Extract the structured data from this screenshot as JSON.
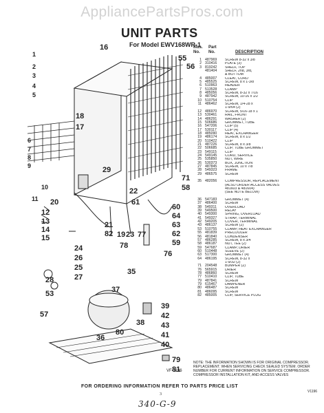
{
  "watermark": "AppliancePartsPros.com",
  "title": "UNIT PARTS",
  "model_line": "For Model EWV168WR-1",
  "header": {
    "illus_no": "Illus. No.",
    "part_no": "Part No.",
    "description": "DESCRIPTION"
  },
  "parts": [
    {
      "k": "1",
      "n": "487969",
      "d": "SCREW 8-32 x 3/8"
    },
    {
      "k": "2",
      "n": "310416",
      "d": "PLATE (3)"
    },
    {
      "k": "3",
      "n": "819242",
      "d": "SHELF, TOP"
    },
    {
      "k": "",
      "n": "481404",
      "d": "SHELF, 2nd, 3rd,"
    },
    {
      "k": "",
      "n": "",
      "d": "& BOTTOM"
    },
    {
      "k": "4",
      "n": "485007",
      "d": "CLEAT, CORD"
    },
    {
      "k": "5",
      "n": "485525",
      "d": "SCREW, 8 x 1-3/8"
    },
    {
      "k": "6",
      "n": "510963",
      "d": "HEADER"
    },
    {
      "k": "7",
      "n": "513528",
      "d": "CLAMP"
    },
    {
      "k": "8",
      "n": "485056",
      "d": "SCREW, 8-32 x 7/16"
    },
    {
      "k": "9",
      "n": "487942",
      "d": "SCREW, 10-16 x 1/2"
    },
    {
      "k": "10",
      "n": "510754",
      "d": "CLIP"
    },
    {
      "k": "11",
      "n": "486462",
      "d": "SCREW, 1/4-28 x"
    },
    {
      "k": "",
      "n": "",
      "d": "1-9/64 (2)"
    },
    {
      "k": "12",
      "n": "486970",
      "d": "SCREW, 5/16-18 x 1"
    },
    {
      "k": "13",
      "n": "530461",
      "d": "RAIL, FRONT"
    },
    {
      "k": "14",
      "n": "486291",
      "d": "WASHER (2)"
    },
    {
      "k": "15",
      "n": "506686",
      "d": "GROMMET, TUBE"
    },
    {
      "k": "16",
      "n": "547206",
      "d": "CLIP (5)"
    },
    {
      "k": "17",
      "n": "530117",
      "d": "CLIP (4)"
    },
    {
      "k": "18",
      "n": "485090",
      "d": "HEAT, EXCHANGER"
    },
    {
      "k": "19",
      "n": "486174",
      "d": "SCREW, 8 x 1/2"
    },
    {
      "k": "20",
      "n": "510422",
      "d": "CLIP"
    },
    {
      "k": "21",
      "n": "487226",
      "d": "SCREW, 8 x 3/8"
    },
    {
      "k": "22",
      "n": "506685",
      "d": "CLIP, TUBE GROMMET"
    },
    {
      "k": "23",
      "n": "549115",
      "d": "CLIP"
    },
    {
      "k": "24",
      "n": "549145",
      "d": "CORD, SERVICE"
    },
    {
      "k": "25",
      "n": "535850",
      "d": "NUT, WIRE"
    },
    {
      "k": "26",
      "n": "530373",
      "d": "BOX, JUNCTION"
    },
    {
      "k": "27",
      "n": "487845",
      "d": "SCREW, 10 x 7/8"
    },
    {
      "k": "28",
      "n": "549323",
      "d": "FRAME"
    },
    {
      "k": "29",
      "n": "486575",
      "d": "SCREW"
    },
    {
      "k": "",
      "n": "",
      "d": ""
    },
    {
      "k": "35",
      "n": "482056",
      "d": "COMPRESSOR, REPLACEMENT"
    },
    {
      "k": "",
      "n": "",
      "d": "(ALSO ORDER ACCESS VALVES"
    },
    {
      "k": "",
      "n": "",
      "d": "481603 & 481604)"
    },
    {
      "k": "",
      "n": "",
      "d": "(SEE NOTE BELOW)"
    },
    {
      "k": "",
      "n": "",
      "d": ""
    },
    {
      "k": "36",
      "n": "547183",
      "d": "GROMMET (4)"
    },
    {
      "k": "37",
      "n": "486400",
      "d": "SCREW"
    },
    {
      "k": "38",
      "n": "549311",
      "d": "OVERLOAD"
    },
    {
      "k": "39",
      "n": "549500",
      "d": "RELAY"
    },
    {
      "k": "40",
      "n": "549300",
      "d": "SPRING, OVERLOAD"
    },
    {
      "k": "41",
      "n": "549327",
      "d": "STRAP, TERMINAL"
    },
    {
      "k": "42",
      "n": "549205",
      "d": "COVER, TERMINAL"
    },
    {
      "k": "43",
      "n": "486137",
      "d": "SCREW (2)"
    },
    {
      "k": "53",
      "n": "510755",
      "d": "CLAMP, HEAT EXCHANGER"
    },
    {
      "k": "55",
      "n": "481839",
      "d": "PRECOOLER"
    },
    {
      "k": "56",
      "n": "481840",
      "d": "CONDENSER"
    },
    {
      "k": "57",
      "n": "486285",
      "d": "SCREW, 8 x 3/4"
    },
    {
      "k": "58",
      "n": "486187",
      "d": "NUT, TEE (2)"
    },
    {
      "k": "59",
      "n": "547687",
      "d": "CLAMP, DRIER"
    },
    {
      "k": "60",
      "n": "510448",
      "d": "SLEEVE (2)"
    },
    {
      "k": "63",
      "n": "517300",
      "d": "GROMMET (4)"
    },
    {
      "k": "64",
      "n": "486195",
      "d": "SCREW, 8-32 x"
    },
    {
      "k": "",
      "n": "",
      "d": "1-9/32 (2)"
    },
    {
      "k": "71",
      "n": "204548",
      "d": "BUMPER (2)"
    },
    {
      "k": "76",
      "n": "565915",
      "d": "DRIER"
    },
    {
      "k": "78",
      "n": "486860",
      "d": "SCREW"
    },
    {
      "k": "77",
      "n": "510410",
      "d": "CLIP, TUBE"
    },
    {
      "k": "79",
      "n": "487841",
      "d": "SCREW"
    },
    {
      "k": "79",
      "n": "615467",
      "d": "DAMPENER"
    },
    {
      "k": "80",
      "n": "486487",
      "d": "SCREW"
    },
    {
      "k": "81",
      "n": "486095",
      "d": "SCREW"
    },
    {
      "k": "82",
      "n": "485005",
      "d": "CLIP, SERVICE PLUG"
    }
  ],
  "note": "NOTE: THE INFORMATION SHOWN IS FOR ORIGINAL COMPRESSOR. REPLACEMENT. WHEN SERVICING CHECK SEALED SYSTEM. ORDER NUMBER FOR CURRENT INFORMATION ON SERVICE COMPRESSOR. COMPRESSOR INSTALLATION KIT, AND ACCESS VALVES",
  "figure_code": "VF-1196",
  "footer": "FOR ORDERING INFORMATION REFER TO PARTS PRICE LIST",
  "page": "3",
  "corner_code": "V1196",
  "handwritten": "340-G-9",
  "callouts": [
    "1",
    "2",
    "3",
    "4",
    "5",
    "6",
    "7",
    "8",
    "9",
    "10",
    "11",
    "12",
    "13",
    "14",
    "15",
    "16",
    "17",
    "18",
    "19",
    "20",
    "21",
    "22",
    "23",
    "24",
    "25",
    "26",
    "27",
    "28",
    "29",
    "35",
    "36",
    "37",
    "38",
    "39",
    "40",
    "41",
    "42",
    "43",
    "53",
    "55",
    "56",
    "57",
    "58",
    "59",
    "60",
    "61",
    "62",
    "63",
    "64",
    "71",
    "76",
    "77",
    "78",
    "79",
    "80",
    "81",
    "82"
  ]
}
